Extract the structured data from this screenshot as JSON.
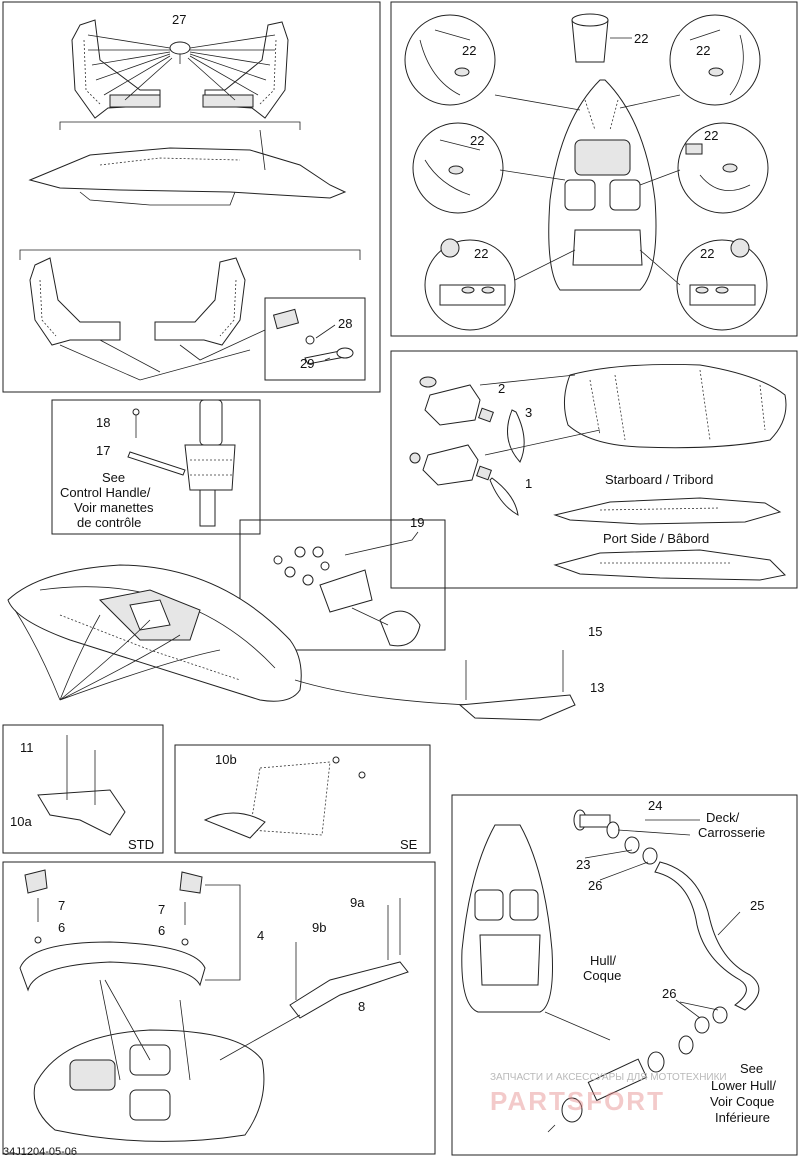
{
  "diagram_id": "34J1204-05-06",
  "watermark": {
    "line1": "ЗАПЧАСТИ И АКСЕССУАРЫ ДЛЯ МОТОТЕХНИКИ",
    "logo_text": "PARTSFORT"
  },
  "callouts": {
    "c27": "27",
    "c22a": "22",
    "c22b": "22",
    "c22c": "22",
    "c22d": "22",
    "c22e": "22",
    "c22f": "22",
    "c22g": "22",
    "c28": "28",
    "c29": "29",
    "c2": "2",
    "c3": "3",
    "c1": "1",
    "c18": "18",
    "c17": "17",
    "c19": "19",
    "c15": "15",
    "c13": "13",
    "c11": "11",
    "c10a": "10a",
    "c10b": "10b",
    "c24": "24",
    "c23": "23",
    "c26a": "26",
    "c25": "25",
    "c26b": "26",
    "c7a": "7",
    "c6a": "6",
    "c7b": "7",
    "c6b": "6",
    "c4": "4",
    "c9a": "9a",
    "c9b": "9b",
    "c8": "8"
  },
  "text_labels": {
    "starboard": "Starboard / Tribord",
    "port": "Port Side / Bâbord",
    "see1": "See",
    "see2": "Control Handle/",
    "see3": "Voir manettes",
    "see4": "de contrôle",
    "std": "STD",
    "se": "SE",
    "deck1": "Deck/",
    "deck2": "Carrosserie",
    "hull1": "Hull/",
    "hull2": "Coque",
    "lower1": "See",
    "lower2": "Lower Hull/",
    "lower3": "Voir Coque",
    "lower4": "Inférieure"
  }
}
